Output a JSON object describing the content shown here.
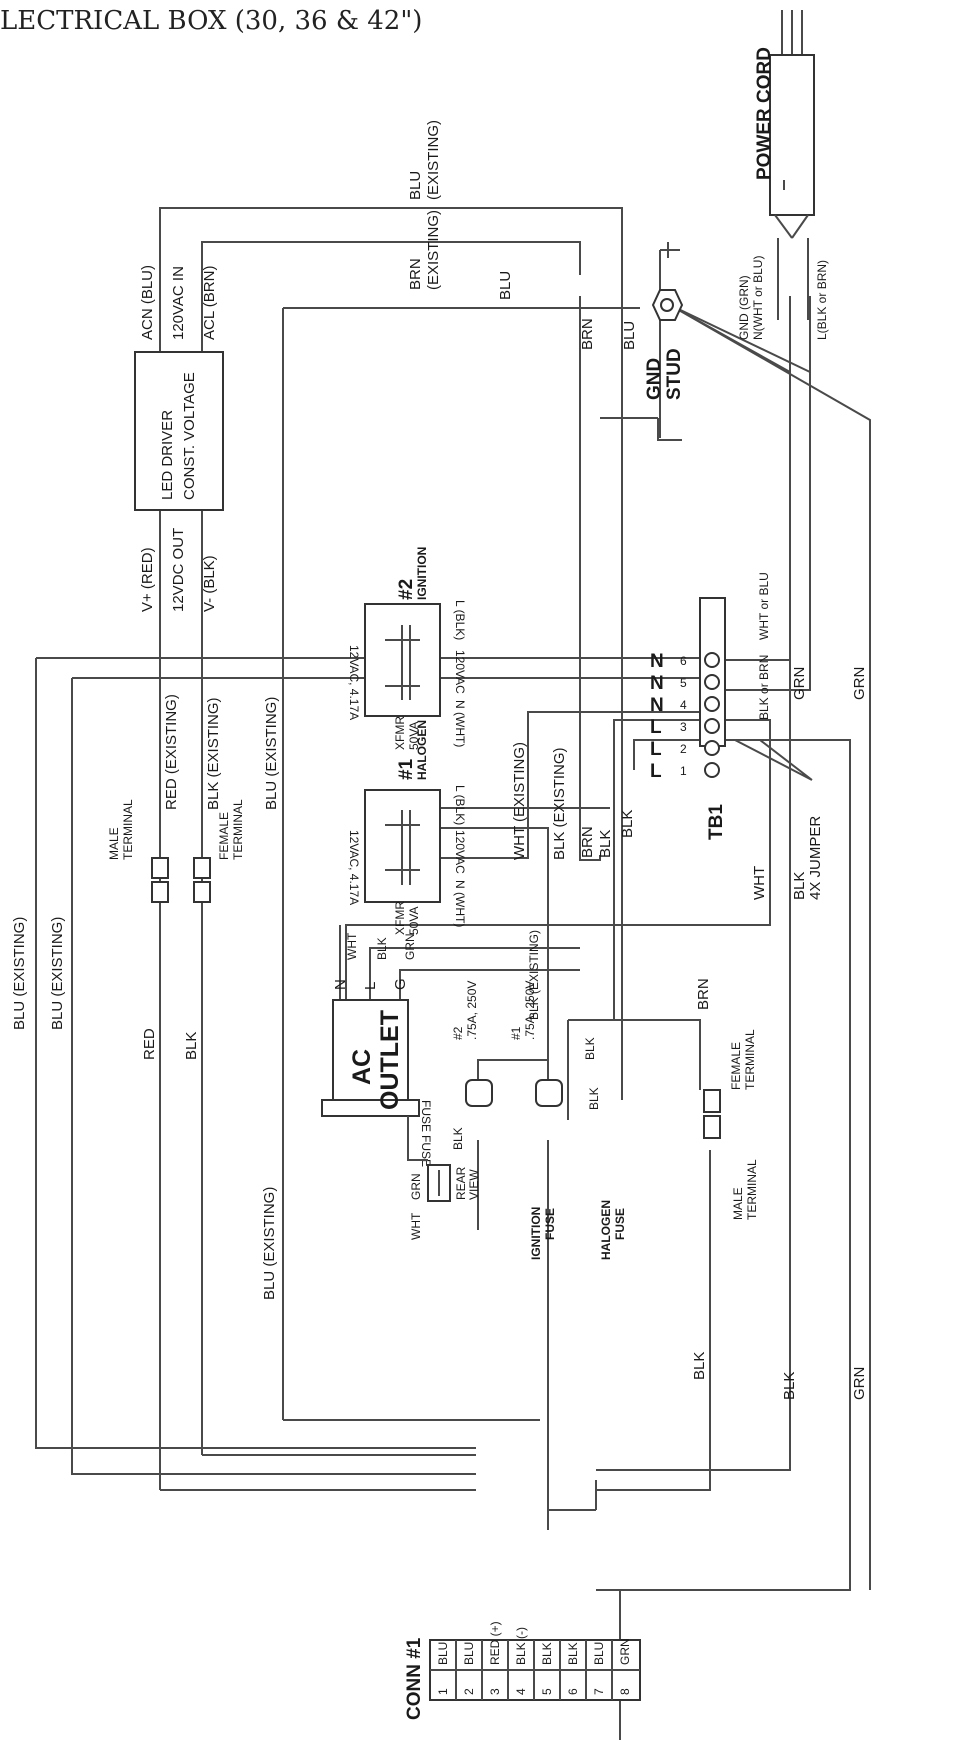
{
  "title": "LECTRICAL BOX (30, 36 & 42\")",
  "power_cord": {
    "label": "POWER CORD",
    "gnd": "GND (GRN)",
    "n": "N(WHT or BLU)",
    "l": "L(BLK or BRN)"
  },
  "led_driver": {
    "name_line1": "LED DRIVER",
    "name_line2": "CONST. VOLTAGE",
    "acn": "ACN (BLU)",
    "input": "120VAC IN",
    "acl": "ACL (BRN)",
    "vplus": "V+ (RED)",
    "output": "12VDC OUT",
    "vminus": "V- (BLK)"
  },
  "top_wires": {
    "blu_existing_1": "BLU",
    "blu_existing_2": "(EXISTING)",
    "brn_existing_1": "BRN",
    "brn_existing_2": "(EXISTING)",
    "brn": "BRN",
    "blu": "BLU",
    "blu_long": "BLU"
  },
  "gnd_stud": {
    "line1": "GND",
    "line2": "STUD"
  },
  "tb1": {
    "label": "TB1",
    "terminals": [
      "L",
      "L",
      "L",
      "N",
      "N",
      "N"
    ],
    "numbers": [
      "1",
      "2",
      "3",
      "4",
      "5",
      "6"
    ],
    "wht_or_blu": "WHT or BLU",
    "blk_or_brn": "BLK or BRN",
    "jumper": "4X JUMPER"
  },
  "xfmr2": {
    "num": "#2",
    "name": "IGNITION",
    "xfmr": "XFMR",
    "va": "50VA",
    "sec": "12VAC, 4.17A",
    "pri": "120VAC",
    "l": "L (BLK)",
    "n": "N (WHT)"
  },
  "xfmr1": {
    "num": "#1",
    "name": "HALOGEN",
    "xfmr": "XFMR",
    "va": "50VA",
    "sec": "12VAC, 4.17A",
    "pri": "120VAC",
    "l": "L (BLK)",
    "n": "N (WHT)"
  },
  "mid_labels": {
    "red_existing": "RED (EXISTING)",
    "blk_existing": "BLK (EXISTING)",
    "blu_existing": "BLU (EXISTING)",
    "wht_existing": "WHT (EXISTING)",
    "blk_existing_2": "BLK (EXISTING)",
    "blk_existing_small": "BLK (EXISTING)",
    "male_terminal": "MALE",
    "terminal": "TERMINAL",
    "female_terminal": "FEMALE",
    "brn": "BRN",
    "blk": "BLK",
    "blk2": "BLK",
    "wht": "WHT",
    "blk3": "BLK",
    "grn": "GRN",
    "grn2": "GRN"
  },
  "left_labels": {
    "blu_existing_a": "BLU (EXISTING)",
    "blu_existing_b": "BLU (EXISTING)",
    "red": "RED",
    "blk": "BLK",
    "blu_existing_c": "BLU (EXISTING)"
  },
  "ac_outlet": {
    "line1": "AC",
    "line2": "OUTLET",
    "n": "N",
    "l": "L",
    "g": "G",
    "wht": "WHT",
    "blk": "BLK",
    "grn": "GRN",
    "fuse": "FUSE",
    "fuse_mirror": "FUSE",
    "rear1": "REAR",
    "rear2": "VIEW",
    "rv_grn": "GRN",
    "rv_blk": "BLK",
    "rv_wht": "WHT"
  },
  "fuses": {
    "f2_num": "#2",
    "f2_rating": ".75A, 250V",
    "f1_num": "#1",
    "f1_rating": ".75A, 250V",
    "blk": "BLK",
    "ign1": "IGNITION",
    "ign2": "FUSE",
    "hal1": "HALOGEN",
    "hal2": "FUSE"
  },
  "bottom_labels": {
    "blk_a": "BLK",
    "blk_b": "BLK",
    "grn": "GRN",
    "male": "MALE",
    "terminal": "TERMINAL",
    "female": "FEMALE",
    "terminal2": "TERMINAL",
    "brn": "BRN",
    "blk_c": "BLK"
  },
  "connector": {
    "label": "CONN #1",
    "pins": [
      {
        "num": "1",
        "wire": "BLU"
      },
      {
        "num": "2",
        "wire": "BLU"
      },
      {
        "num": "3",
        "wire": "RED (+)"
      },
      {
        "num": "4",
        "wire": "BLK (-)"
      },
      {
        "num": "5",
        "wire": "BLK"
      },
      {
        "num": "6",
        "wire": "BLK"
      },
      {
        "num": "7",
        "wire": "BLU"
      },
      {
        "num": "8",
        "wire": "GRN"
      }
    ]
  }
}
